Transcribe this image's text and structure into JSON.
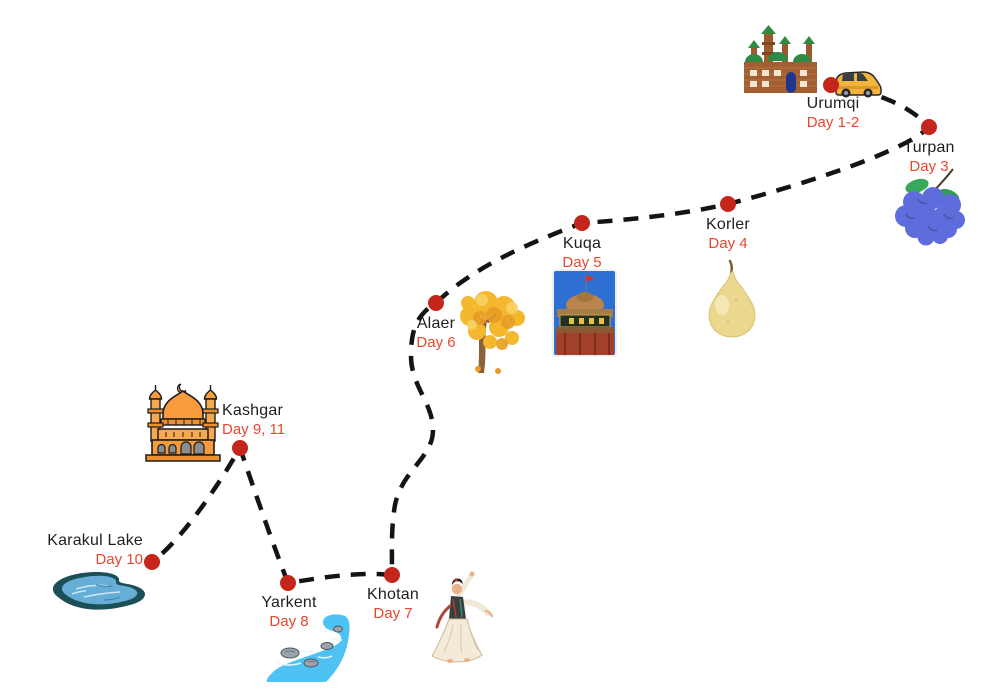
{
  "map": {
    "background_color": "#ffffff",
    "route": {
      "style": "dashed",
      "color": "#141414",
      "marker_color": "#c5261c"
    },
    "label_colors": {
      "city": "#1f1f1f",
      "day": "#e8462d"
    },
    "stops": [
      {
        "name": "Urumqi",
        "day": "Day 1-2",
        "illustrations": [
          "mosque",
          "tour-van"
        ]
      },
      {
        "name": "Turpan",
        "day": "Day 3",
        "illustrations": [
          "grapes"
        ]
      },
      {
        "name": "Korler",
        "day": "Day 4",
        "illustrations": [
          "pear"
        ]
      },
      {
        "name": "Kuqa",
        "day": "Day 5",
        "illustrations": [
          "temple-photo"
        ]
      },
      {
        "name": "Alaer",
        "day": "Day 6",
        "illustrations": [
          "autumn-poplar-tree"
        ]
      },
      {
        "name": "Khotan",
        "day": "Day 7",
        "illustrations": [
          "uyghur-dancer"
        ]
      },
      {
        "name": "Yarkent",
        "day": "Day 8",
        "illustrations": [
          "river"
        ]
      },
      {
        "name": "Kashgar",
        "day": "Day 9, 11",
        "illustrations": [
          "mosque"
        ]
      },
      {
        "name": "Karakul Lake",
        "day": "Day 10",
        "illustrations": [
          "lake"
        ]
      }
    ]
  }
}
